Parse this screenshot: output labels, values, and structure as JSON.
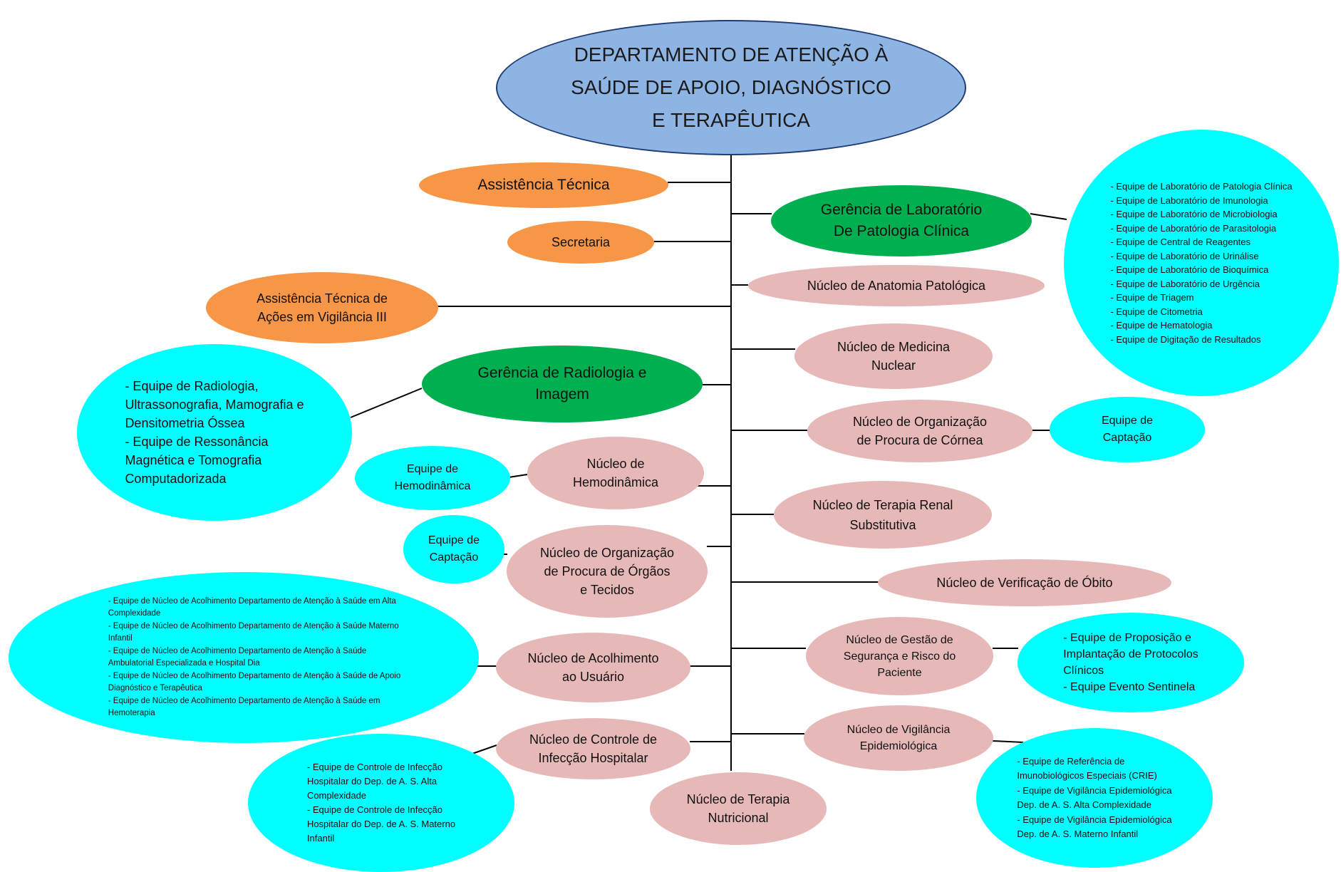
{
  "title": "DEPARTAMENTO DE ATENÇÃO À\nSAÚDE DE APOIO, DIAGNÓSTICO\nE TERAPÊUTICA",
  "nodes": {
    "assistencia_tecnica": "Assistência Técnica",
    "secretaria": "Secretaria",
    "assistencia_vigilancia": "Assistência Técnica de\nAções em Vigilância III",
    "gerencia_laboratorio": "Gerência de Laboratório\nDe Patologia Clínica",
    "gerencia_radiologia": "Gerência de Radiologia e\nImagem",
    "nucleo_anatomia": "Núcleo de Anatomia Patológica",
    "nucleo_medicina_nuclear": "Núcleo de Medicina\nNuclear",
    "nucleo_cornea": "Núcleo de Organização\nde Procura de Córnea",
    "nucleo_hemodinamica": "Núcleo de\nHemodinâmica",
    "nucleo_renal": "Núcleo de Terapia Renal\nSubstitutiva",
    "nucleo_orgaos": "Núcleo de Organização\nde Procura de Órgãos\ne Tecidos",
    "nucleo_obito": "Núcleo de Verificação de Óbito",
    "nucleo_acolhimento": "Núcleo de Acolhimento\nao Usuário",
    "nucleo_seguranca": "Núcleo de Gestão de\nSegurança e Risco do\nPaciente",
    "nucleo_infeccao": "Núcleo de Controle de\nInfecção Hospitalar",
    "nucleo_vigilancia": "Núcleo de Vigilância\nEpidemiológica",
    "nucleo_nutricional": "Núcleo de Terapia\nNutricional",
    "equipe_hemodinamica": "Equipe de\nHemodinâmica",
    "equipe_captacao_orgaos": "Equipe de\nCaptação",
    "equipe_captacao_cornea": "Equipe de\nCaptação",
    "equipes_laboratorio": "- Equipe de Laboratório de Patologia Clínica\n- Equipe de Laboratório de Imunologia\n- Equipe de Laboratório de Microbiologia\n- Equipe de Laboratório de Parasitologia\n- Equipe de Central de Reagentes\n- Equipe de Laboratório de Urinálise\n- Equipe de Laboratório de Bioquímica\n- Equipe de Laboratório de Urgência\n- Equipe de Triagem\n- Equipe de Citometria\n- Equipe de Hematologia\n- Equipe de Digitação de Resultados",
    "equipes_radiologia": "- Equipe de Radiologia,\nUltrassonografia, Mamografia e\nDensitometria Óssea\n- Equipe de Ressonância\nMagnética e Tomografia\nComputadorizada",
    "equipes_acolhimento": "- Equipe de Núcleo de Acolhimento Departamento de Atenção à Saúde em Alta\nComplexidade\n- Equipe de Núcleo de Acolhimento Departamento de Atenção à Saúde Materno\nInfantil\n- Equipe de Núcleo de Acolhimento Departamento de Atenção à Saúde\nAmbulatorial Especializada e Hospital Dia\n- Equipe de Núcleo de Acolhimento Departamento de Atenção à Saúde de Apoio\nDiagnóstico e Terapêutica\n- Equipe de Núcleo de Acolhimento Departamento de Atenção à Saúde em\nHemoterapia",
    "equipes_infeccao": "- Equipe de Controle de Infecção\nHospitalar do Dep. de A. S. Alta\nComplexidade\n- Equipe de Controle de Infecção\nHospitalar do Dep. de A. S. Materno\nInfantil",
    "equipes_seguranca": "- Equipe de Proposição e\nImplantação de Protocolos\nClínicos\n- Equipe Evento Sentinela",
    "equipes_vigilancia": "- Equipe de Referência de\nImunobiológicos Especiais (CRIE)\n- Equipe de Vigilância Epidemiológica\nDep. de A. S. Alta Complexidade\n- Equipe de Vigilância Epidemiológica\nDep. de A. S. Materno Infantil"
  }
}
